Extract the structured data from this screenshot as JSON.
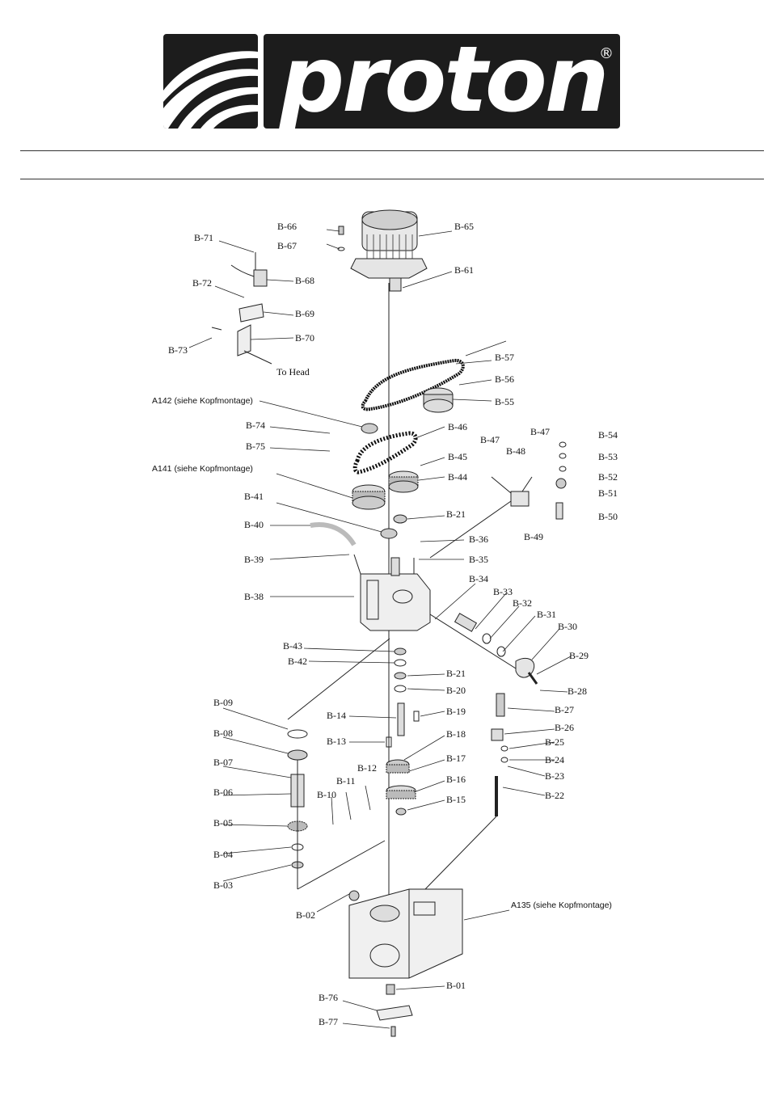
{
  "logo": {
    "text": "proton",
    "registered": "®"
  },
  "labels": {
    "b01": "B-01",
    "b02": "B-02",
    "b03": "B-03",
    "b04": "B-04",
    "b05": "B-05",
    "b06": "B-06",
    "b07": "B-07",
    "b08": "B-08",
    "b09": "B-09",
    "b10": "B-10",
    "b11": "B-11",
    "b12": "B-12",
    "b13": "B-13",
    "b14": "B-14",
    "b15": "B-15",
    "b16": "B-16",
    "b17": "B-17",
    "b18": "B-18",
    "b19": "B-19",
    "b20": "B-20",
    "b21a": "B-21",
    "b21b": "B-21",
    "b22": "B-22",
    "b23": "B-23",
    "b24": "B-24",
    "b25": "B-25",
    "b26": "B-26",
    "b27": "B-27",
    "b28": "B-28",
    "b29": "B-29",
    "b30": "B-30",
    "b31": "B-31",
    "b32": "B-32",
    "b33": "B-33",
    "b34": "B-34",
    "b35": "B-35",
    "b36": "B-36",
    "b38": "B-38",
    "b39": "B-39",
    "b40": "B-40",
    "b41": "B-41",
    "b42": "B-42",
    "b43": "B-43",
    "b44": "B-44",
    "b45": "B-45",
    "b46": "B-46",
    "b47a": "B-47",
    "b47b": "B-47",
    "b48": "B-48",
    "b49": "B-49",
    "b50": "B-50",
    "b51": "B-51",
    "b52": "B-52",
    "b53": "B-53",
    "b54": "B-54",
    "b55": "B-55",
    "b56": "B-56",
    "b57": "B-57",
    "b61": "B-61",
    "b65": "B-65",
    "b66": "B-66",
    "b67": "B-67",
    "b68": "B-68",
    "b69": "B-69",
    "b70": "B-70",
    "b71": "B-71",
    "b72": "B-72",
    "b73": "B-73",
    "b74": "B-74",
    "b75": "B-75",
    "b76": "B-76",
    "b77": "B-77",
    "to_head": "To Head",
    "a142": "A142 (siehe Kopfmontage)",
    "a141": "A141  (siehe Kopfmontage)",
    "a135": "A135 (siehe Kopfmontage)"
  }
}
